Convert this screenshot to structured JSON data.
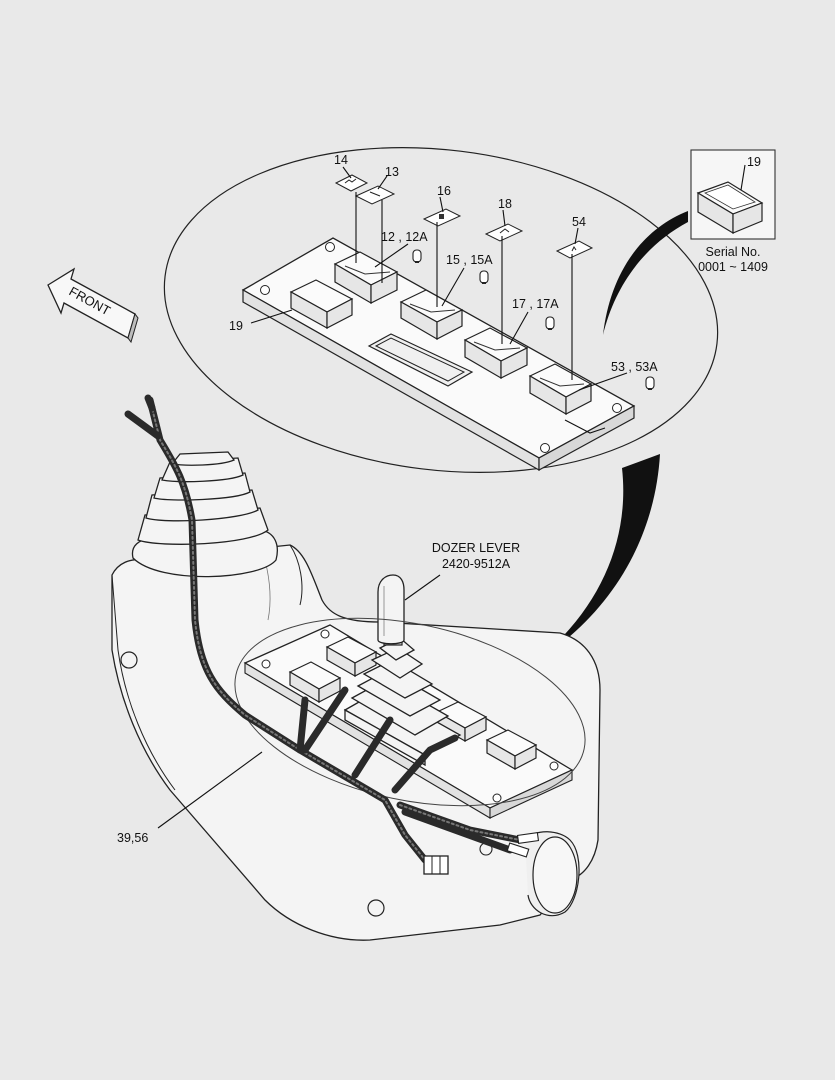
{
  "labels": {
    "front": "FRONT",
    "p14": "14",
    "p13": "13",
    "p16": "16",
    "p18": "18",
    "p54": "54",
    "p12": "12 , 12A",
    "p15": "15 , 15A",
    "p17": "17 , 17A",
    "p53": "53 , 53A",
    "p19_panel": "19",
    "p19_inset": "19",
    "serial_title": "Serial No.",
    "serial_range": "0001 ~ 1409",
    "dozer_lever": "DOZER LEVER",
    "dozer_part": "2420-9512A",
    "harness": "39,56"
  }
}
